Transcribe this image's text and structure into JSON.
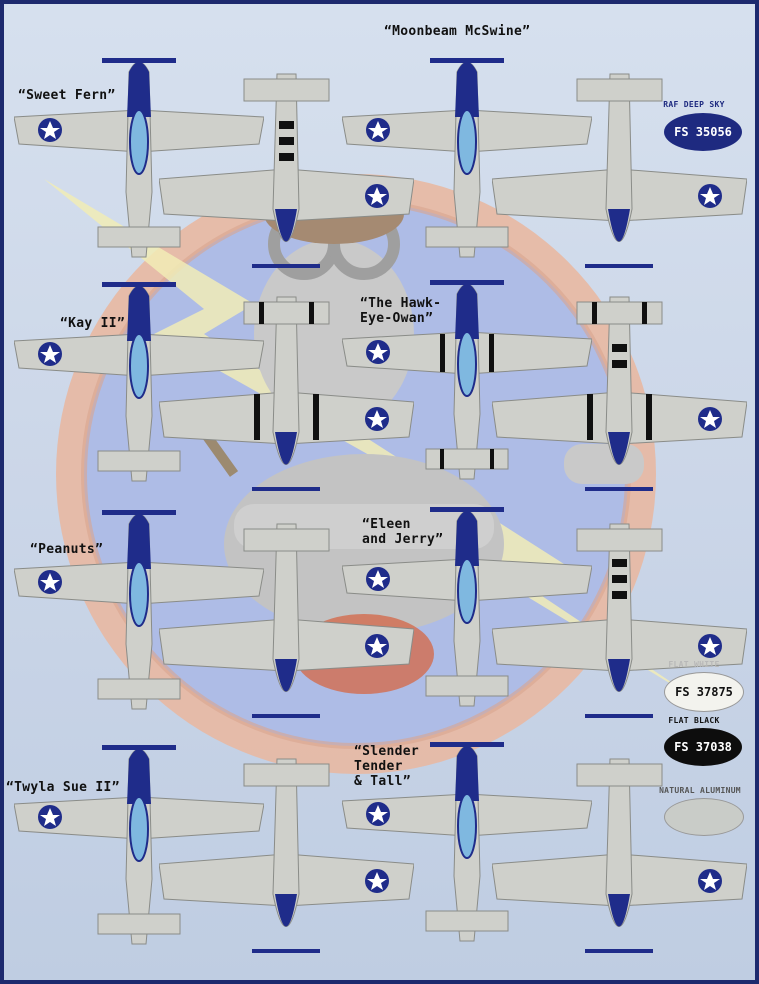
{
  "aircraft": [
    {
      "name": "“Sweet Fern”"
    },
    {
      "name": "“Moonbeam McSwine”"
    },
    {
      "name": "“Kay II”"
    },
    {
      "name": "“The Hawk-\nEye-Owan”"
    },
    {
      "name": "“Peanuts”"
    },
    {
      "name": "“Eleen\nand Jerry”"
    },
    {
      "name": "“Twyla Sue II”"
    },
    {
      "name": "“Slender\nTender\n& Tall”"
    }
  ],
  "swatches": [
    {
      "caption": "RAF DEEP SKY",
      "code": "FS 35056",
      "color": "#1e2a80",
      "text_color": "#ffffff"
    },
    {
      "caption": "FLAT WHITE",
      "code": "FS 37875",
      "color": "#f3f3ee",
      "text_color": "#111111"
    },
    {
      "caption": "FLAT BLACK",
      "code": "FS 37038",
      "color": "#0d0d0d",
      "text_color": "#ffffff"
    },
    {
      "caption": "NATURAL ALUMINUM",
      "code": "",
      "color": "#c9ccc8",
      "text_color": "#111111"
    }
  ],
  "colors": {
    "aluminum": "#cfd0cb",
    "nose_blue": "#1f2c8a",
    "canopy": "#7fb8e0",
    "invasion_black": "#101010"
  }
}
